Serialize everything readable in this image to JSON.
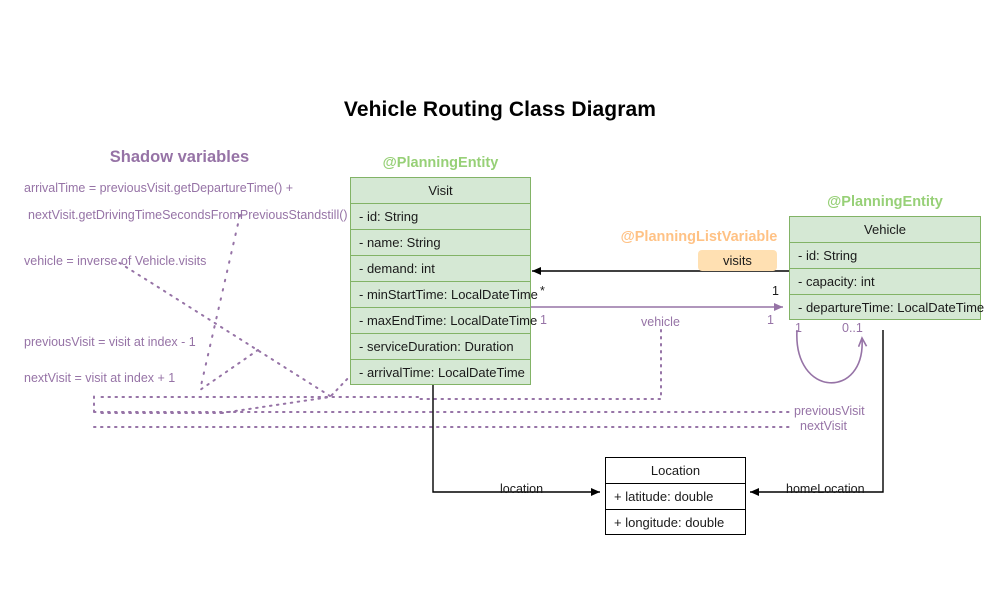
{
  "page": {
    "title": "Vehicle Routing Class Diagram",
    "background": "#ffffff"
  },
  "colors": {
    "entity_fill": "#d5e8d4",
    "entity_border": "#82b366",
    "stereotype_green": "#97d077",
    "stereotype_orange": "#ffc285",
    "shadow_purple": "#9673a6",
    "badge_fill": "#ffe0b2",
    "plain_border": "#000000"
  },
  "shadow_panel": {
    "heading": "Shadow variables",
    "lines": [
      "arrivalTime = previousVisit.getDepartureTime() +",
      "nextVisit.getDrivingTimeSecondsFromPreviousStandstill()",
      "vehicle = inverse of Vehicle.visits",
      "previousVisit = visit at index - 1",
      "nextVisit = visit at index + 1"
    ]
  },
  "classes": {
    "visit": {
      "stereotype": "@PlanningEntity",
      "name": "Visit",
      "attributes": [
        {
          "text": "- id: String",
          "shadow": false
        },
        {
          "text": "- name: String",
          "shadow": false
        },
        {
          "text": "- demand: int",
          "shadow": false
        },
        {
          "text": "- minStartTime: LocalDateTime",
          "shadow": false
        },
        {
          "text": "- maxEndTime: LocalDateTime",
          "shadow": false
        },
        {
          "text": "- serviceDuration: Duration",
          "shadow": false
        },
        {
          "text": "- arrivalTime: LocalDateTime",
          "shadow": true
        }
      ]
    },
    "vehicle": {
      "stereotype": "@PlanningEntity",
      "name": "Vehicle",
      "attributes": [
        {
          "text": "- id: String",
          "shadow": false
        },
        {
          "text": "- capacity: int",
          "shadow": false
        },
        {
          "text": "- departureTime: LocalDateTime",
          "shadow": false
        }
      ]
    },
    "location": {
      "stereotype": "",
      "name": "Location",
      "attributes": [
        {
          "text": "+ latitude: double",
          "shadow": false
        },
        {
          "text": "+ longitude: double",
          "shadow": false
        }
      ]
    }
  },
  "annotations": {
    "planning_list_variable": "@PlanningListVariable",
    "visits_badge": "visits"
  },
  "edge_labels": {
    "visits_mult_visit_side": "*",
    "visits_mult_vehicle_side": "1",
    "vehicle_role": "vehicle",
    "vehicle_mult_visit_side": "1",
    "vehicle_mult_vehicle_side": "1",
    "previous_visit": "previousVisit",
    "next_visit": "nextVisit",
    "self_mult_one": "1",
    "self_mult_zero_one": "0..1",
    "location_role": "location",
    "home_location_role": "homeLocation"
  }
}
